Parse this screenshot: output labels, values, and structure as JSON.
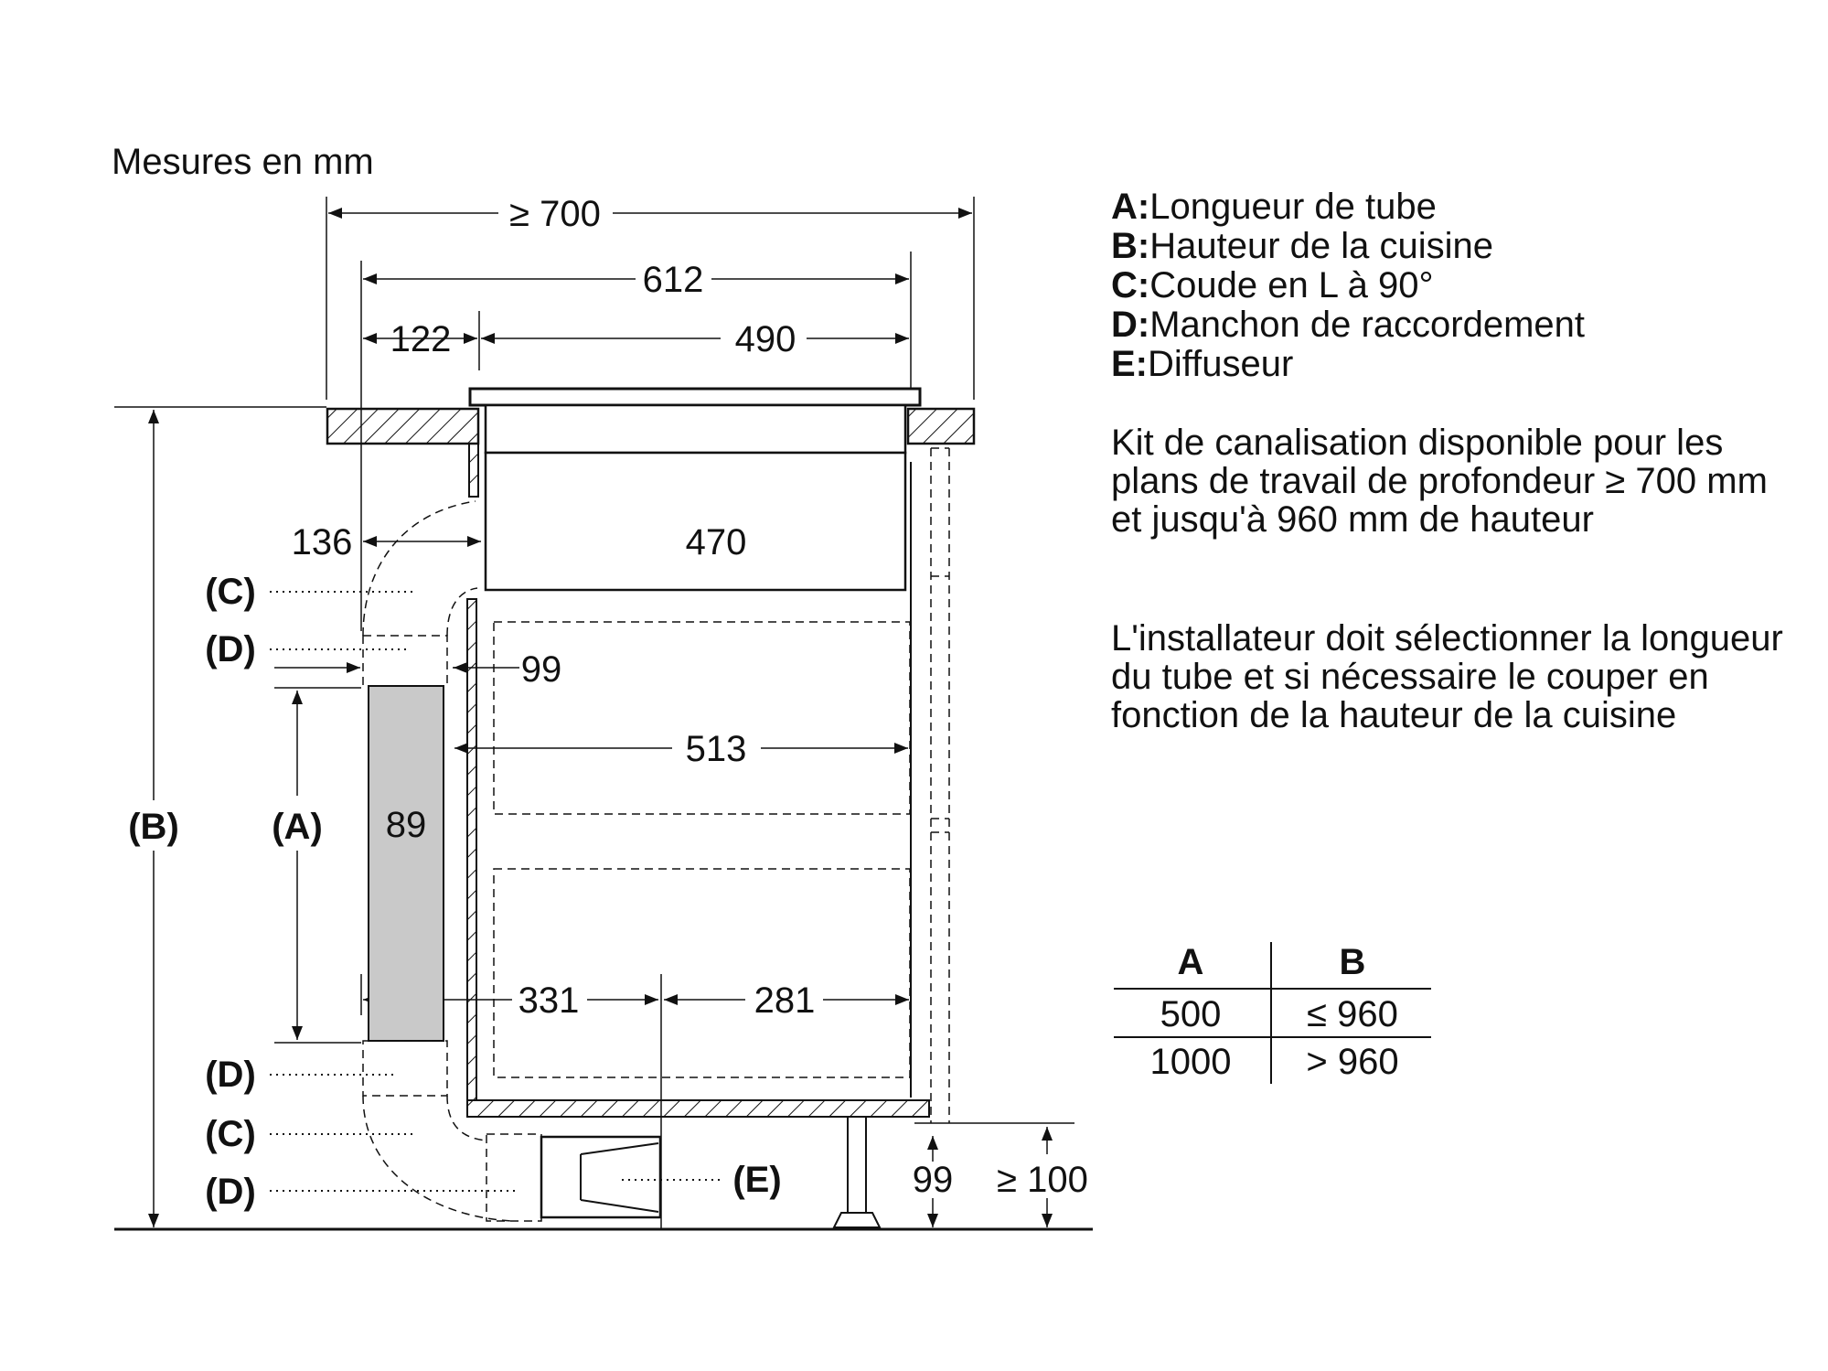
{
  "title": "Mesures en mm",
  "dimensions": {
    "total_depth": "≥ 700",
    "cutout_depth": "612",
    "front_offset": "122",
    "unit_depth": "490",
    "side_gap": "136",
    "unit_inner": "470",
    "pipe_gap": "99",
    "drawer_depth": "513",
    "pipe_width": "89",
    "lower_left": "331",
    "lower_right": "281",
    "plinth_height": "99",
    "plinth_min": "≥ 100"
  },
  "callouts": {
    "A": "(A)",
    "B": "(B)",
    "C_top": "(C)",
    "D_top": "(D)",
    "D_mid": "(D)",
    "C_bottom": "(C)",
    "D_bottom": "(D)",
    "E": "(E)"
  },
  "legend": [
    {
      "key": "A:",
      "text": "Longueur de tube"
    },
    {
      "key": "B:",
      "text": "Hauteur de la cuisine"
    },
    {
      "key": "C:",
      "text": "Coude en L à 90°"
    },
    {
      "key": "D:",
      "text": "Manchon de raccordement"
    },
    {
      "key": "E:",
      "text": "Diffuseur"
    }
  ],
  "paragraphs": [
    "Kit de canalisation disponible pour les plans de travail de profondeur ≥ 700 mm et jusqu'à 960 mm de hauteur",
    "L'installateur doit sélectionner la longueur du tube et si nécessaire le couper en fonction de la hauteur de la cuisine"
  ],
  "table": {
    "headers": [
      "A",
      "B"
    ],
    "rows": [
      [
        "500",
        "≤ 960"
      ],
      [
        "1000",
        "> 960"
      ]
    ]
  }
}
